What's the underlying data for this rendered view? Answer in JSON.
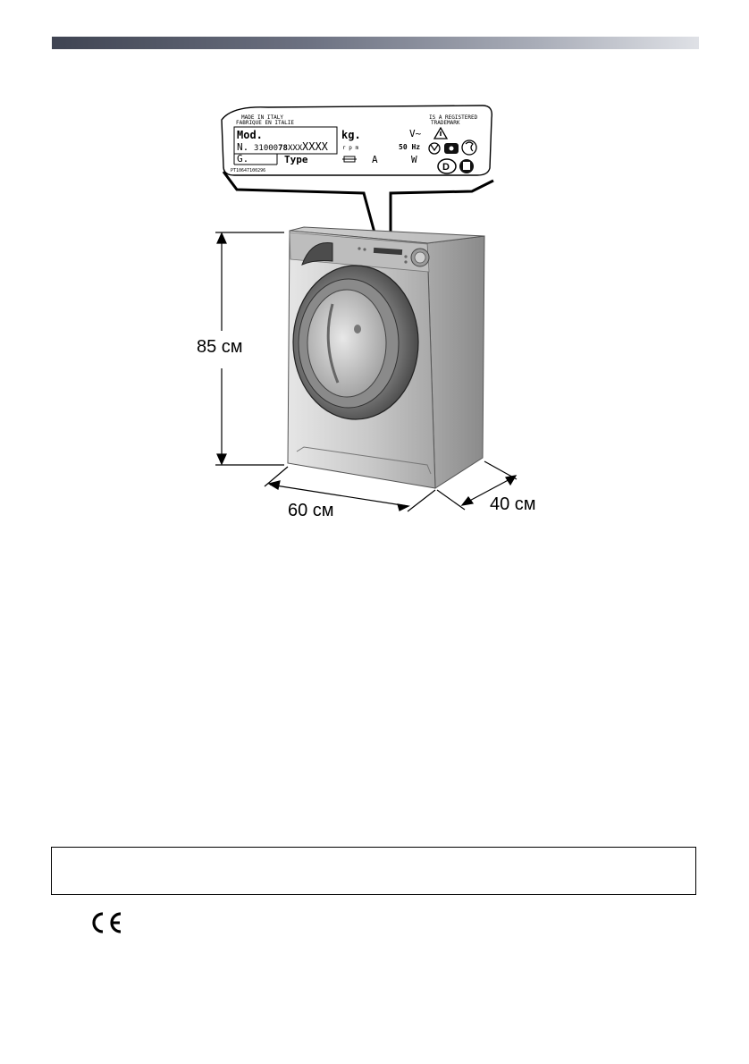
{
  "header": {
    "bar_color_start": "#3f4452",
    "bar_color_end": "#dfe1e6"
  },
  "dimensions": {
    "height_label": "85 см",
    "width_label": "60 см",
    "depth_label": "40 см"
  },
  "rating_plate": {
    "made_in_line1": "MADE IN ITALY",
    "made_in_line2": "FABRIQUE EN ITALIE",
    "registered_line1": "IS A REGISTERED",
    "registered_line2": "TRADEMARK",
    "mod_label": "Mod.",
    "number_label": "N.",
    "serial_prefix": "31000",
    "serial_bold": "78",
    "serial_rest": "XXX",
    "serial_suffix": "XXXX",
    "g_label": "G.",
    "type_label": "Type",
    "kg_label": "kg.",
    "rpm_label": "r p m",
    "amp_label": "A",
    "voltage_label": "V~",
    "frequency_label": "50 Hz",
    "watt_label": "W",
    "d_mark": "D",
    "footer_code": "PT10647100296"
  },
  "notice": {
    "text": ""
  },
  "ce_mark_icon": "ce-mark-icon"
}
